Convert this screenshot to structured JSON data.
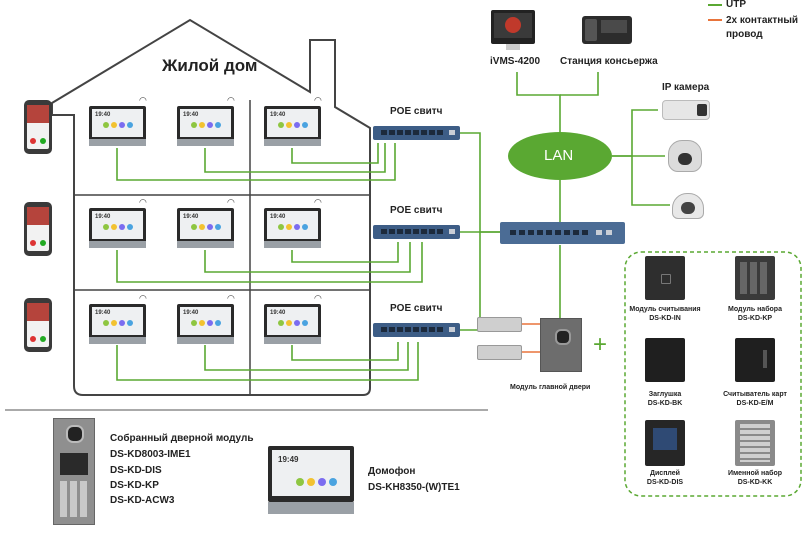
{
  "legend": {
    "utp_label": "UTP",
    "wire2_label": "2х контактный провод",
    "utp_color": "#5aa832",
    "wire2_color": "#e8743b"
  },
  "house": {
    "title": "Жилой дом"
  },
  "monitor_screen_time": "19:40",
  "switches": {
    "poe_label": "POE свитч"
  },
  "top_devices": {
    "ivms_label": "iVMS-4200",
    "concierge_label": "Станция консьержа"
  },
  "cameras": {
    "label": "IP камера"
  },
  "network": {
    "lan_label": "LAN",
    "lan_color": "#5aa832"
  },
  "door": {
    "main_module_label": "Модуль главной двери"
  },
  "modules": [
    {
      "label": "Модуль считывания",
      "model": "DS-KD-IN"
    },
    {
      "label": "Модуль набора",
      "model": "DS-KD-KP"
    },
    {
      "label": "Заглушка",
      "model": "DS-KD-BK"
    },
    {
      "label": "Считыватель карт",
      "model": "DS-KD-E/M"
    },
    {
      "label": "Дисплей",
      "model": "DS-KD-DIS"
    },
    {
      "label": "Именной набор",
      "model": "DS-KD-KK"
    }
  ],
  "plus_sign": "+",
  "bottom": {
    "assembled": {
      "title": "Собранный дверной модуль",
      "lines": [
        "DS-KD8003-IME1",
        "DS-KD-DIS",
        "DS-KD-KP",
        "DS-KD-ACW3"
      ]
    },
    "intercom": {
      "title": "Домофон",
      "model": "DS-KH8350-(W)TE1",
      "screen_time": "19:49"
    }
  }
}
